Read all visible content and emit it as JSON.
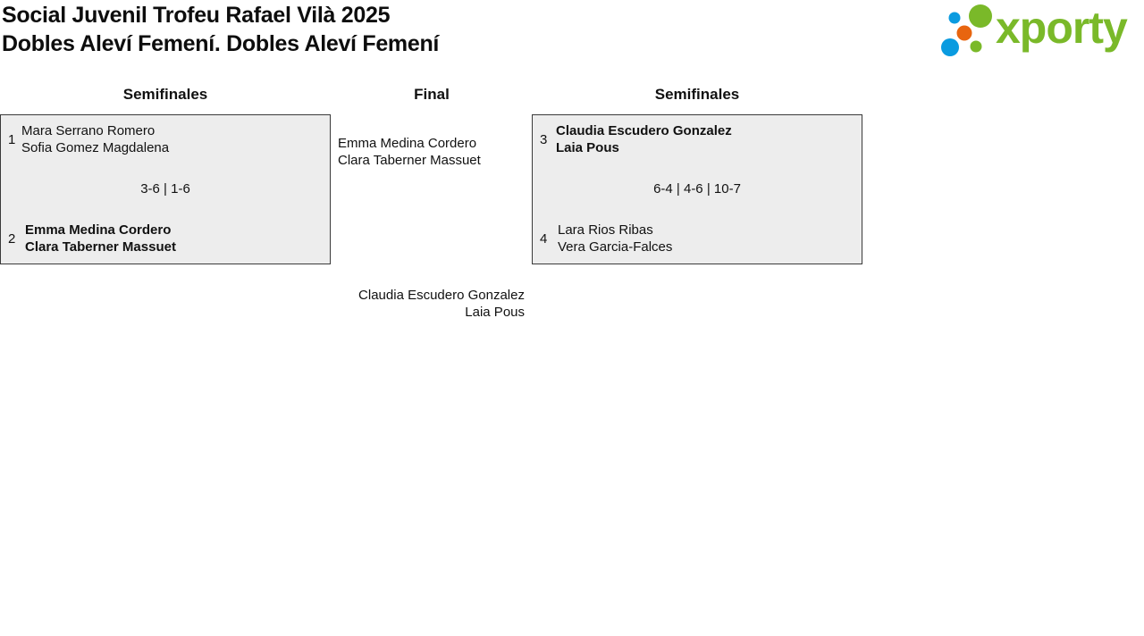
{
  "header": {
    "title_line1": "Social Juvenil Trofeu Rafael Vilà 2025",
    "title_line2": "Dobles Aleví Femení. Dobles Aleví Femení",
    "logo_text": "xporty",
    "logo_colors": {
      "blue": "#0a9be0",
      "orange": "#e8650f",
      "green": "#7ab929"
    }
  },
  "columns": {
    "left": "Semifinales",
    "center": "Final",
    "right": "Semifinales"
  },
  "semifinal_left": {
    "team1": {
      "seed": "1",
      "player1": "Mara Serrano Romero",
      "player2": "Sofia Gomez Magdalena"
    },
    "score": "3-6 | 1-6",
    "team2": {
      "seed": "2",
      "player1": "Emma Medina Cordero",
      "player2": "Clara Taberner Massuet"
    }
  },
  "semifinal_right": {
    "team1": {
      "seed": "3",
      "player1": "Claudia Escudero Gonzalez",
      "player2": "Laia Pous"
    },
    "score": "6-4 | 4-6 | 10-7",
    "team2": {
      "seed": "4",
      "player1": "Lara Rios Ribas",
      "player2": "Vera Garcia-Falces"
    }
  },
  "final": {
    "finalist_top": {
      "player1": "Emma Medina Cordero",
      "player2": "Clara Taberner Massuet"
    },
    "finalist_bottom": {
      "player1": "Claudia Escudero Gonzalez",
      "player2": "Laia Pous"
    }
  }
}
